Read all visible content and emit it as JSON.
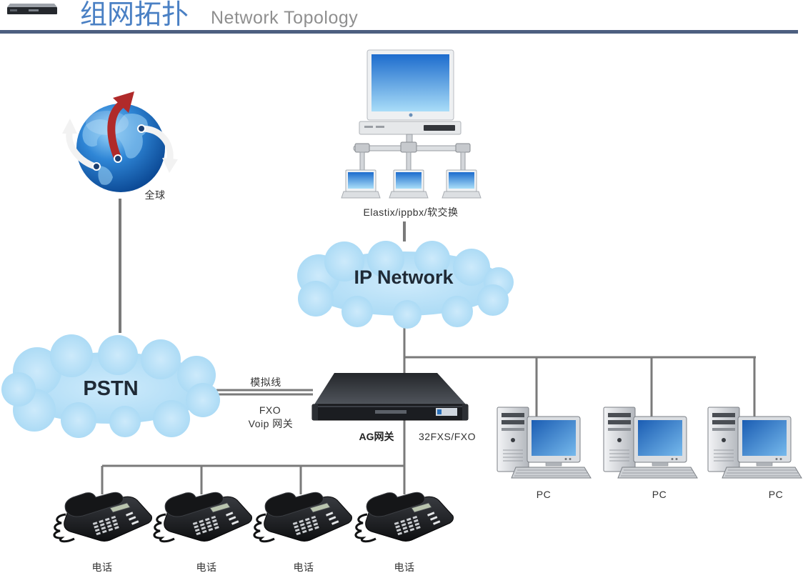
{
  "header": {
    "title_cn": "组网拓扑",
    "title_en": "Network Topology",
    "icon": "rack-device-icon"
  },
  "nodes": {
    "globe": {
      "label": "全球",
      "icon": "globe-icon"
    },
    "pstn": {
      "label": "PSTN"
    },
    "server": {
      "label": "Elastix/ippbx/软交换",
      "icon": "server-icon"
    },
    "ip_network": {
      "label": "IP Network"
    },
    "gateway": {
      "name": "AG网关",
      "ports": "32FXS/FXO",
      "icon": "gateway-device-icon"
    },
    "phones": [
      {
        "label": "电话",
        "icon": "phone-icon"
      },
      {
        "label": "电话",
        "icon": "phone-icon"
      },
      {
        "label": "电话",
        "icon": "phone-icon"
      },
      {
        "label": "电话",
        "icon": "phone-icon"
      }
    ],
    "pcs": [
      {
        "label": "PC",
        "icon": "pc-icon"
      },
      {
        "label": "PC",
        "icon": "pc-icon"
      },
      {
        "label": "PC",
        "icon": "pc-icon"
      }
    ]
  },
  "links": {
    "pstn_gateway": {
      "label": "模拟线",
      "type": "FXO",
      "role": "Voip 网关"
    }
  },
  "colors": {
    "title": "#4a80c4",
    "subtitle": "#8f8f8f",
    "rule": "#4d5f80",
    "cloud": "#a6d8f4",
    "link": "#7a7a7a",
    "label": "#333333"
  }
}
